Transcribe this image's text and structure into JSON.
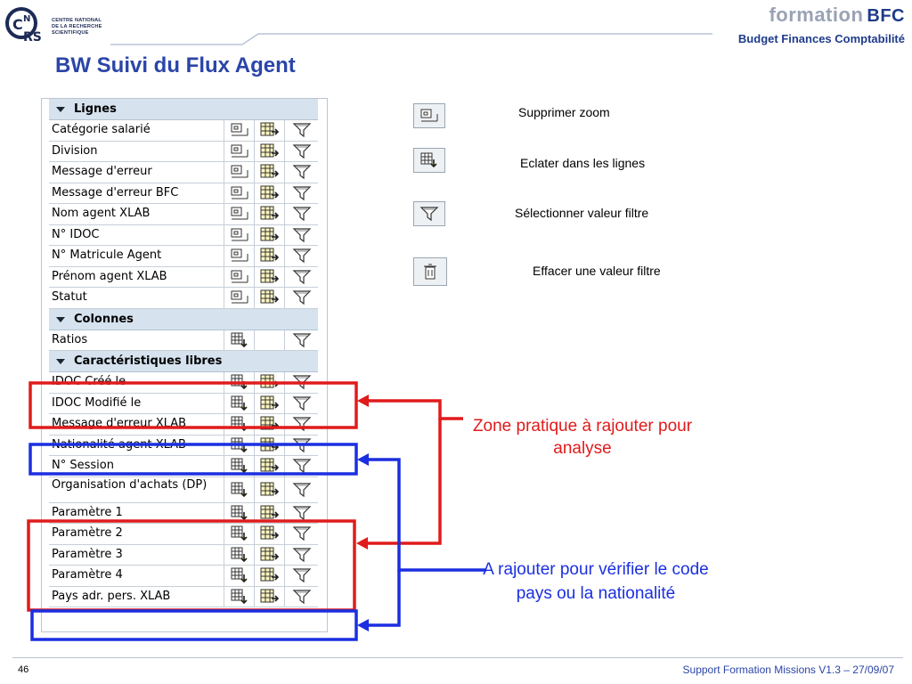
{
  "header": {
    "logo_text": "CENTRE NATIONAL\nDE LA RECHERCHE\nSCIENTIFIQUE",
    "brand_formation": "formation",
    "brand_bfc": "BFC",
    "brand_subtitle": "Budget Finances Comptabilité"
  },
  "title": "BW Suivi du Flux Agent",
  "panel": {
    "sections": [
      {
        "label": "Lignes",
        "rows": [
          {
            "label": "Catégorie salarié",
            "icons": [
              "zoom",
              "explode",
              "filter"
            ]
          },
          {
            "label": "Division",
            "icons": [
              "zoom",
              "explode",
              "filter"
            ]
          },
          {
            "label": "Message d'erreur",
            "icons": [
              "zoom",
              "explode",
              "filter"
            ]
          },
          {
            "label": "Message d'erreur BFC",
            "icons": [
              "zoom",
              "explode",
              "filter"
            ]
          },
          {
            "label": "Nom agent XLAB",
            "icons": [
              "zoom",
              "explode",
              "filter"
            ]
          },
          {
            "label": "N° IDOC",
            "icons": [
              "zoom",
              "explode",
              "filter"
            ]
          },
          {
            "label": "N° Matricule Agent",
            "icons": [
              "zoom",
              "explode",
              "filter"
            ]
          },
          {
            "label": "Prénom agent XLAB",
            "icons": [
              "zoom",
              "explode",
              "filter"
            ]
          },
          {
            "label": "Statut",
            "icons": [
              "zoom",
              "explode",
              "filter"
            ]
          }
        ]
      },
      {
        "label": "Colonnes",
        "rows": [
          {
            "label": "Ratios",
            "icons": [
              "drilldown",
              "",
              "filter"
            ]
          }
        ]
      },
      {
        "label": "Caractéristiques libres",
        "rows": [
          {
            "label": "IDOC Créé le",
            "icons": [
              "drilldown",
              "explode",
              "filter"
            ]
          },
          {
            "label": "IDOC Modifié le",
            "icons": [
              "drilldown",
              "explode",
              "filter"
            ]
          },
          {
            "label": "Message d'erreur XLAB",
            "icons": [
              "drilldown",
              "explode",
              "filter"
            ]
          },
          {
            "label": "Nationalité agent XLAB",
            "icons": [
              "drilldown",
              "explode",
              "filter"
            ]
          },
          {
            "label": "N° Session",
            "icons": [
              "drilldown",
              "explode",
              "filter"
            ]
          },
          {
            "label": "Organisation d'achats (DP)",
            "icons": [
              "drilldown",
              "explode",
              "filter"
            ],
            "tall": true
          },
          {
            "label": "Paramètre 1",
            "icons": [
              "drilldown",
              "explode",
              "filter"
            ]
          },
          {
            "label": "Paramètre 2",
            "icons": [
              "drilldown",
              "explode",
              "filter"
            ]
          },
          {
            "label": "Paramètre 3",
            "icons": [
              "drilldown",
              "explode",
              "filter"
            ]
          },
          {
            "label": "Paramètre 4",
            "icons": [
              "drilldown",
              "explode",
              "filter"
            ]
          },
          {
            "label": "Pays adr. pers. XLAB",
            "icons": [
              "drilldown",
              "explode",
              "filter"
            ]
          }
        ]
      }
    ]
  },
  "legend": [
    {
      "icon": "zoom",
      "label": "Supprimer zoom"
    },
    {
      "icon": "drilldown",
      "label": "Eclater dans les lignes"
    },
    {
      "icon": "filter",
      "label": "Sélectionner valeur filtre"
    },
    {
      "icon": "trash",
      "label": "Effacer une valeur filtre"
    }
  ],
  "annotations": {
    "red_note": "Zone pratique à rajouter pour analyse",
    "blue_note": "A rajouter pour vérifier le code pays ou la nationalité",
    "red_color": "#e01b1b",
    "blue_color": "#1b2fe0"
  },
  "footer": {
    "page_number": "46",
    "text": "Support Formation Missions V1.3 – 27/09/07"
  }
}
